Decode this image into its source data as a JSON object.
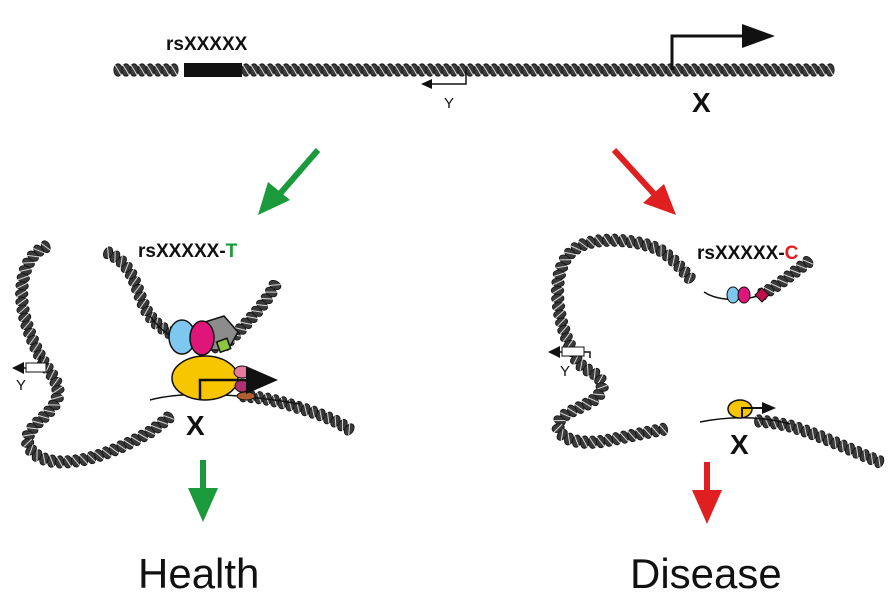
{
  "top": {
    "snp_label": "rsXXXXX",
    "gene_x_label": "X",
    "gene_y_label": "Y"
  },
  "left": {
    "snp_prefix": "rsXXXXX-",
    "allele": "T",
    "allele_color": "#1a9a3a",
    "gene_x_label": "X",
    "gene_y_label": "Y",
    "outcome": "Health"
  },
  "right": {
    "snp_prefix": "rsXXXXX-",
    "allele": "C",
    "allele_color": "#e02020",
    "gene_x_label": "X",
    "gene_y_label": "Y",
    "outcome": "Disease"
  },
  "colors": {
    "health_arrow": "#1a9a3a",
    "disease_arrow": "#e02020",
    "dna": "#333333",
    "yellow_factor": "#f7c600",
    "blue_factor": "#7ec8f0",
    "magenta_factor": "#e0157a",
    "gray_factor": "#8c8c8c",
    "green_factor": "#8cc63f",
    "pink_factor": "#e87aa0"
  }
}
